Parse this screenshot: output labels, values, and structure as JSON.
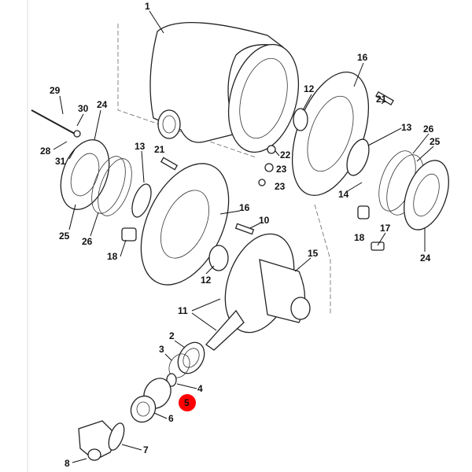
{
  "diagram": {
    "title": "Axle differential exploded parts view",
    "highlight_color": "#ff0000",
    "highlighted_part": "5",
    "callouts": {
      "c1": "1",
      "c29": "29",
      "c30": "30",
      "c24a": "24",
      "c28": "28",
      "c31": "31",
      "c13a": "13",
      "c21a": "21",
      "c16a": "16",
      "c12a": "12",
      "c21b": "21",
      "c13b": "13",
      "c26a": "26",
      "c25a": "25",
      "c22": "22",
      "c23a": "23",
      "c23b": "23",
      "c14": "14",
      "c16b": "16",
      "c10": "10",
      "c18a": "18",
      "c17": "17",
      "c24b": "24",
      "c25b": "25",
      "c26b": "26",
      "c18b": "18",
      "c15": "15",
      "c12b": "12",
      "c11": "11",
      "c2": "2",
      "c3": "3",
      "c4": "4",
      "c5": "5",
      "c6": "6",
      "c7": "7",
      "c8": "8"
    }
  }
}
